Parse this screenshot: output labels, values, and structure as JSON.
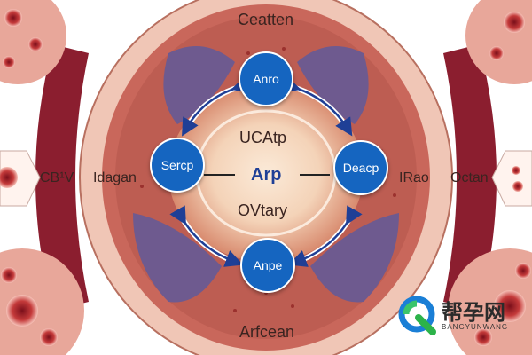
{
  "labels": {
    "top": "Ceatten",
    "left_outer": "CB¹V",
    "left_inner": "Idagan",
    "center_top": "UCAtp",
    "center_mid": "Arp",
    "center_bottom": "OVtary",
    "right_inner": "IRao",
    "right_outer": "Octan",
    "bottom": "Arfcean"
  },
  "nodes": {
    "top": "Anro",
    "left": "Sercp",
    "right": "Deacp",
    "bottom": "Anpe"
  },
  "logo": {
    "chinese": "帮孕网",
    "sub": "BANGYUNWANG"
  },
  "colors": {
    "node_blue": "#1565c0",
    "center_glow": "#f7d8bf",
    "ring_tissue": "#c9675b",
    "outer_ring": "#f0c6b6",
    "purple_lobes": "#6e5a8f",
    "side_dark_red": "#8b1e2f",
    "arrow_blue": "#1f3f96"
  },
  "icons": [
    "cell-icon",
    "double-arrow-icon",
    "logo-q-icon"
  ]
}
